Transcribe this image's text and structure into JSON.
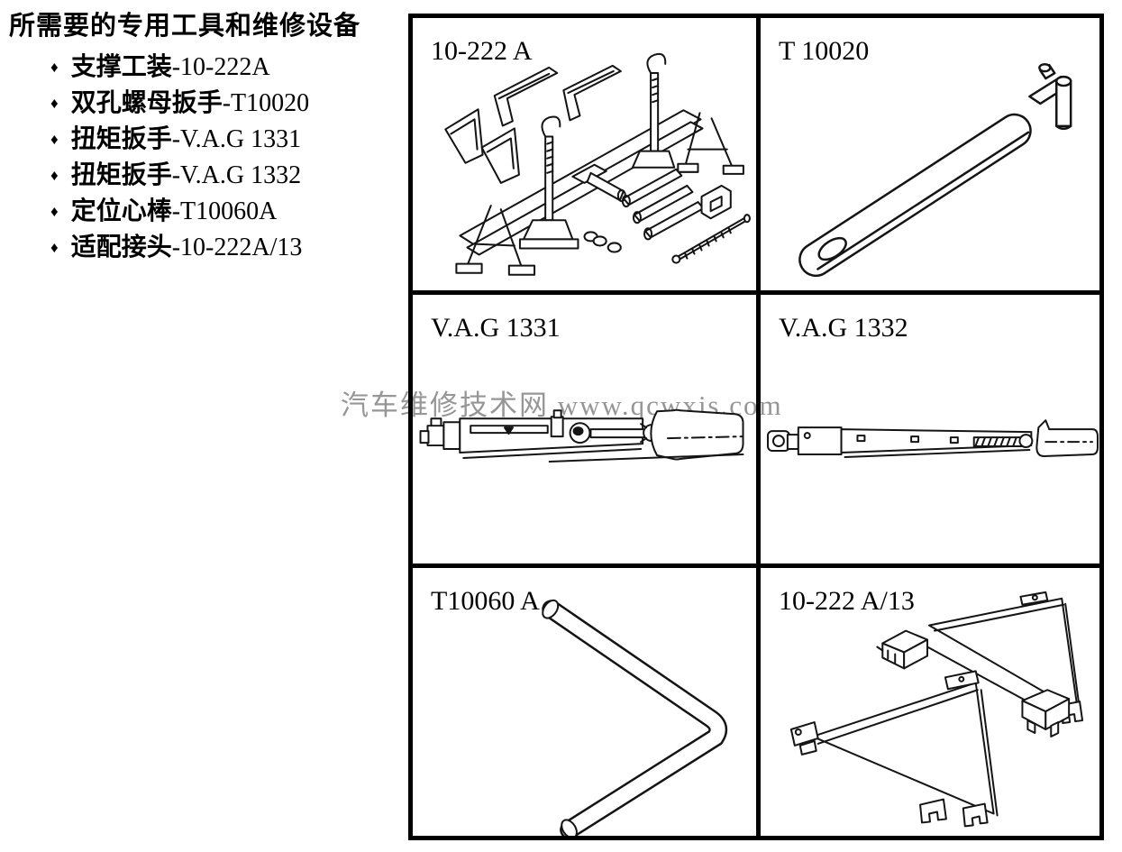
{
  "page": {
    "title": "所需要的专用工具和维修设备",
    "bullet": "♦",
    "tools": [
      {
        "name": "支撑工装",
        "code": "-10-222A"
      },
      {
        "name": "双孔螺母扳手",
        "code": "-T10020"
      },
      {
        "name": "扭矩扳手",
        "code": "-V.A.G 1331"
      },
      {
        "name": "扭矩扳手",
        "code": "-V.A.G 1332"
      },
      {
        "name": "定位心棒",
        "code": "-T10060A"
      },
      {
        "name": "适配接头",
        "code": "-10-222A/13"
      }
    ]
  },
  "grid": {
    "cells": [
      {
        "label": "10-222 A",
        "illustration": "support-fixture"
      },
      {
        "label": "T 10020",
        "illustration": "two-hole-nut-wrench"
      },
      {
        "label": "V.A.G 1331",
        "illustration": "torque-wrench"
      },
      {
        "label": "V.A.G 1332",
        "illustration": "torque-wrench"
      },
      {
        "label": "T10060 A",
        "illustration": "locating-pin-rod"
      },
      {
        "label": "10-222 A/13",
        "illustration": "adapter-brackets"
      }
    ]
  },
  "watermark": {
    "text": "汽车维修技术网 www.qcwxjs.com",
    "color": "#969696"
  },
  "colors": {
    "ink": "#000000",
    "line": "#141414",
    "background": "#ffffff",
    "watermark": "#969696"
  }
}
